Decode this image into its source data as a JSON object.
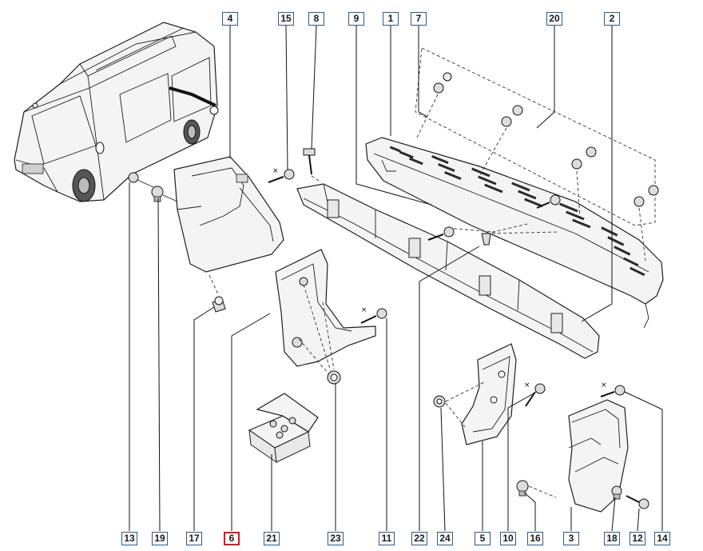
{
  "diagram": {
    "highlight_color": "#e0141e",
    "callout_border_color": "#2a5b8a",
    "selected_part": "6",
    "callouts_top": [
      "4",
      "15",
      "8",
      "9",
      "1",
      "7",
      "20",
      "2"
    ],
    "callouts_bottom": [
      "13",
      "19",
      "17",
      "6",
      "21",
      "23",
      "11",
      "22",
      "24",
      "5",
      "10",
      "16",
      "3",
      "18",
      "12",
      "14"
    ]
  }
}
